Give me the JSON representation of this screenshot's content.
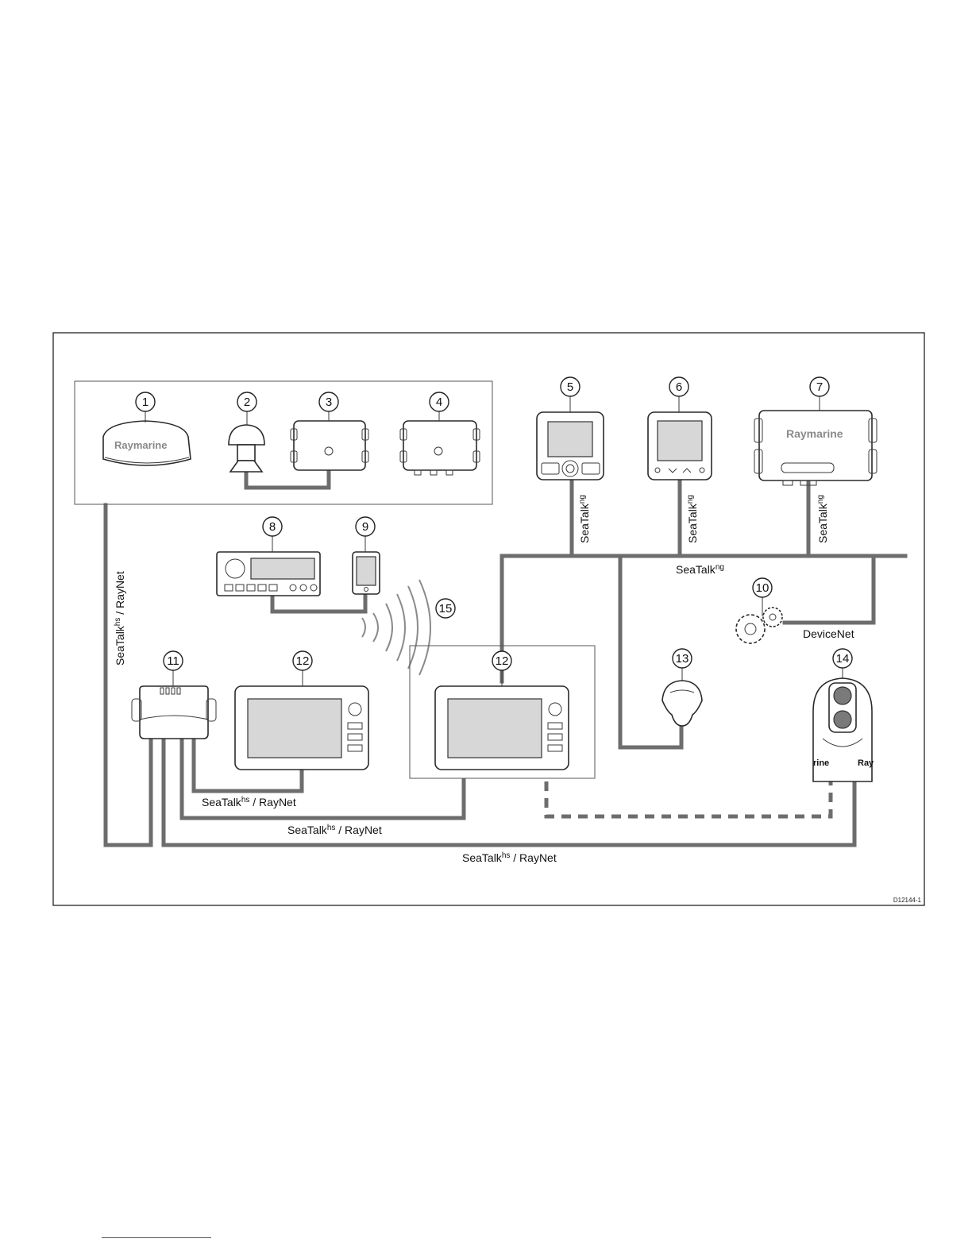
{
  "callouts": [
    "1",
    "2",
    "3",
    "4",
    "5",
    "6",
    "7",
    "8",
    "9",
    "10",
    "11",
    "12",
    "12",
    "13",
    "14",
    "15"
  ],
  "labels": {
    "seatalk_ng_base": "SeaTalk",
    "seatalk_ng_sup": "ng",
    "seatalk_hs_base": "SeaTalk",
    "seatalk_hs_sup": "hs",
    "raynet_suffix": " / RayNet",
    "devicenet": "DeviceNet"
  },
  "brand": {
    "radar": "Raymarine",
    "pod": "Raymarine",
    "thermal_left": "rine",
    "thermal_right": "Ray"
  },
  "drawing_ref": "D12144-1",
  "colors": {
    "cable": "#6d6d6d",
    "outline": "#2a2a2a",
    "screen": "#d7d7d7"
  }
}
